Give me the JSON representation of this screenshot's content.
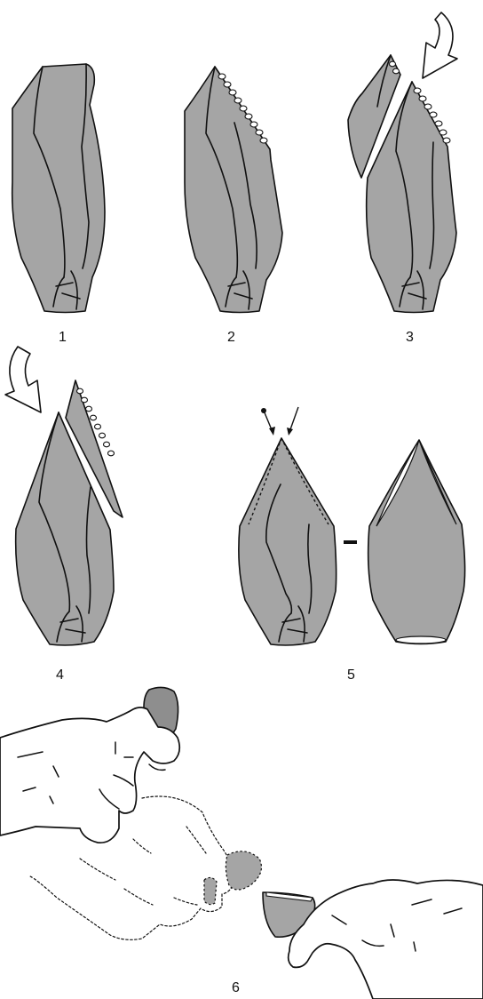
{
  "figure": {
    "stage_labels": [
      "1",
      "2",
      "3",
      "4",
      "5",
      "6"
    ],
    "separator": "–"
  },
  "colors": {
    "stone": "#a5a5a5",
    "stone_dark": "#8e8e8e",
    "outline": "#111111",
    "background": "#ffffff"
  }
}
